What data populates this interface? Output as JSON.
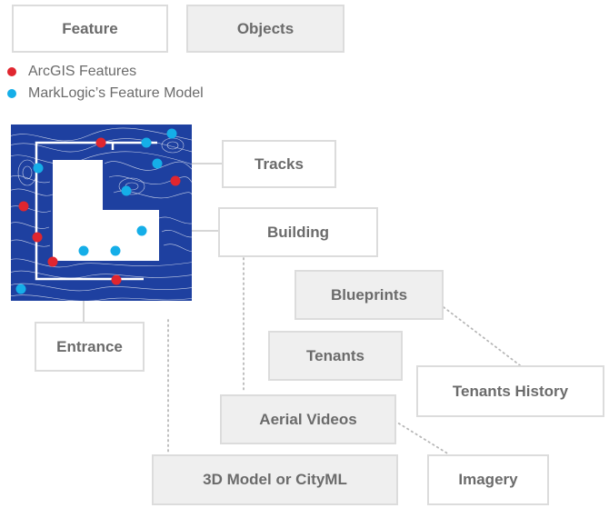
{
  "top_boxes": {
    "feature": "Feature",
    "objects": "Objects"
  },
  "legend": [
    {
      "label": "ArcGIS Features",
      "color": "#e0262f"
    },
    {
      "label": "MarkLogic’s Feature Model",
      "color": "#15aee8"
    }
  ],
  "map": {
    "background_color": "#1e40a0",
    "contour_color": "#ffffff"
  },
  "nodes": {
    "tracks": "Tracks",
    "building": "Building",
    "entrance": "Entrance",
    "blueprints": "Blueprints",
    "tenants": "Tenants",
    "tenants_history": "Tenants History",
    "aerial_videos": "Aerial Videos",
    "model_3d": "3D Model or CityML",
    "imagery": "Imagery"
  }
}
